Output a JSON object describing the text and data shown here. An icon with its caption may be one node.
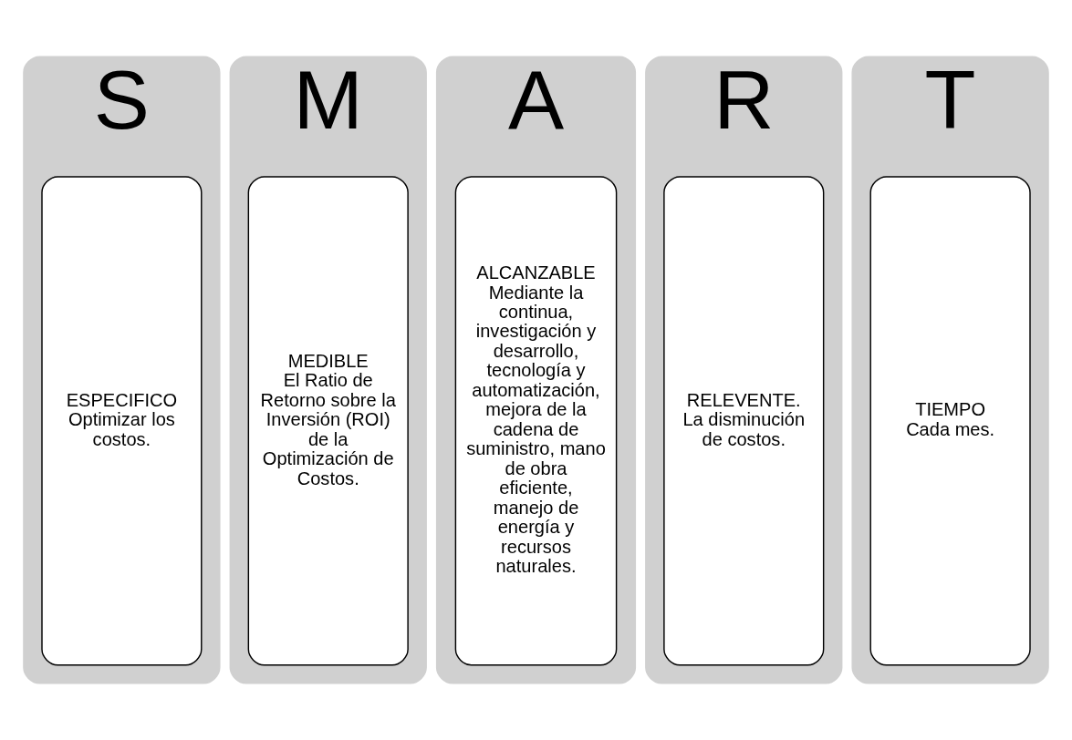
{
  "diagram": {
    "nodes": [
      {
        "text": [
          "S"
        ]
      },
      {
        "text": [
          "ESPECIFICO",
          "Optimizar los costos."
        ],
        "in": 0
      },
      {
        "text": [
          "M"
        ]
      },
      {
        "text": [
          "MEDIBLE",
          "El Ratio de Retorno sobre la Inversión (ROI) de la Optimización de Costos."
        ],
        "in": 2
      },
      {
        "text": [
          "A"
        ]
      },
      {
        "text": [
          "ALCANZABLE",
          "Mediante la continua, investigación y desarrollo, tecnología y automatización, mejora de la cadena de suministro, mano de obra eficiente, manejo de energía y recursos naturales."
        ],
        "in": 4
      },
      {
        "text": [
          "R"
        ]
      },
      {
        "text": [
          "RELEVENTE.",
          "La disminución de costos."
        ],
        "in": 6
      },
      {
        "text": [
          "T"
        ]
      },
      {
        "text": [
          "TIEMPO",
          "Cada mes."
        ],
        "in": 8
      }
    ]
  }
}
